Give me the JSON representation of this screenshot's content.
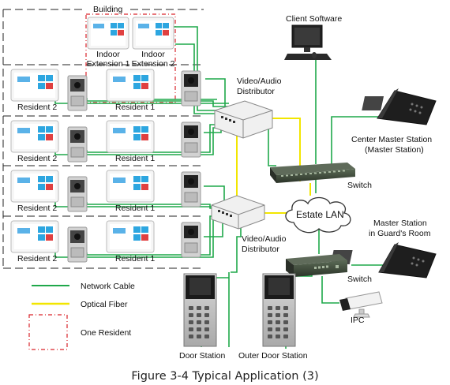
{
  "labels": {
    "building": "Building",
    "indoor_extension_1": [
      "Indoor",
      "Extension 1"
    ],
    "indoor_extension_2": [
      "Indoor",
      "Extension 2"
    ],
    "resident_1": "Resident 1",
    "resident_2": "Resident 2",
    "client_software": "Client Software",
    "distributor_top": [
      "Video/Audio",
      "Distributor"
    ],
    "distributor_bottom": [
      "Video/Audio",
      "Distributor"
    ],
    "center_master_station": [
      "Center Master Station",
      "(Master Station)"
    ],
    "switch_top": "Switch",
    "switch_bottom": "Switch",
    "estate_lan": "Estate LAN",
    "master_station_guard": [
      "Master Station",
      "in Guard's Room"
    ],
    "ipc": "IPC",
    "door_station": "Door Station",
    "outer_door_station": "Outer Door Station"
  },
  "legend": {
    "network_cable": "Network Cable",
    "optical_fiber": "Optical Fiber",
    "one_resident": "One Resident"
  },
  "caption": "Figure 3-4 Typical Application (3)",
  "colors": {
    "network_cable": "#1fa84a",
    "optical_fiber": "#f2e600",
    "one_resident_border": "#d9242b",
    "building_border": "#222222"
  }
}
